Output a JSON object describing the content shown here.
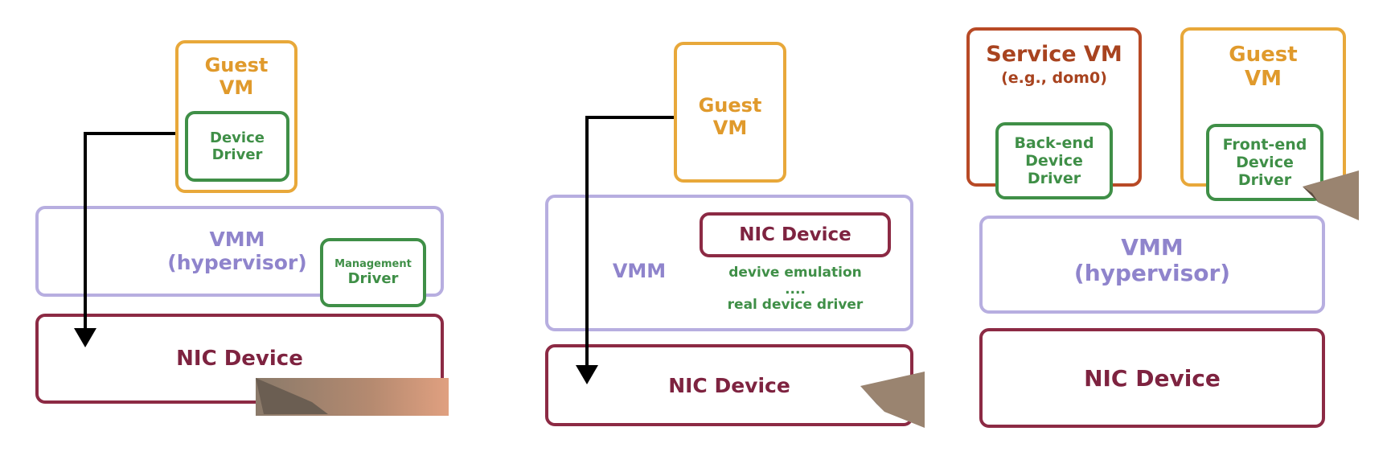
{
  "panel1": {
    "guest_vm_line1": "Guest",
    "guest_vm_line2": "VM",
    "device_driver_line1": "Device",
    "device_driver_line2": "Driver",
    "vmm_line1": "VMM",
    "vmm_line2": "(hypervisor)",
    "mgmt_line1": "Management",
    "mgmt_line2": "Driver",
    "nic": "NIC Device"
  },
  "panel2": {
    "guest_vm_line1": "Guest",
    "guest_vm_line2": "VM",
    "vmm": "VMM",
    "nic_inner": "NIC Device",
    "emulation": "devive emulation",
    "dots": "....",
    "real_driver": "real device driver",
    "nic": "NIC Device"
  },
  "panel3": {
    "service_vm": "Service VM",
    "service_vm_sub": "(e.g., dom0)",
    "backend_line1": "Back-end",
    "backend_line2": "Device",
    "backend_line3": "Driver",
    "guest_vm_line1": "Guest",
    "guest_vm_line2": "VM",
    "frontend_line1": "Front-end",
    "frontend_line2": "Device",
    "frontend_line3": "Driver",
    "vmm_line1": "VMM",
    "vmm_line2": "(hypervisor)",
    "nic": "NIC Device"
  },
  "colors": {
    "guest": "#e8a83a",
    "vmm": "#b7aee0",
    "nic": "#8c2a44",
    "driver": "#3f8f47",
    "service": "#b84a26",
    "arrow": "#000000"
  }
}
